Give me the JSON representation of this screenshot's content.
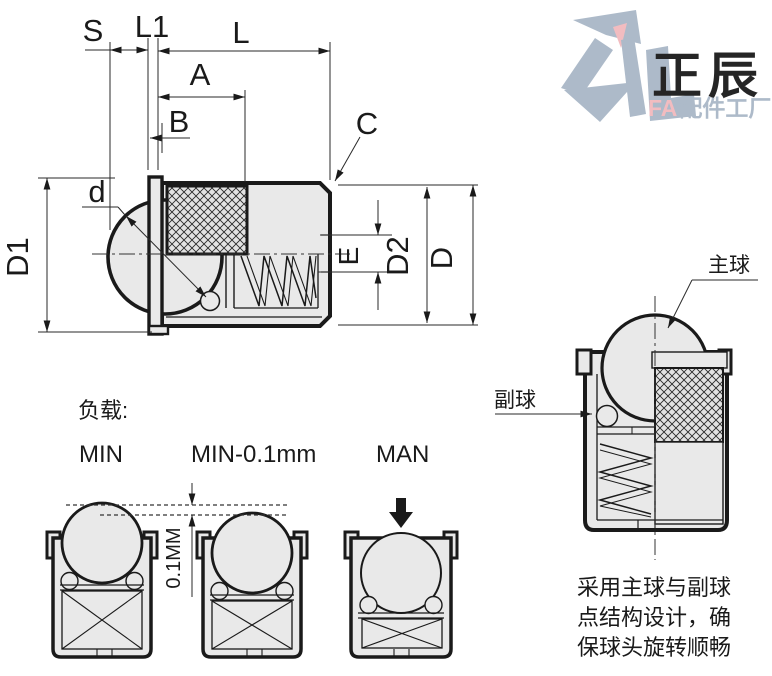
{
  "colors": {
    "line": "#1a1a1a",
    "body_fill": "#e9e9e9",
    "watermark_blue": "#a9b7c7",
    "watermark_pink": "#f2b9bd"
  },
  "dimensions": {
    "s": "S",
    "l1": "L1",
    "l": "L",
    "a": "A",
    "b": "B",
    "c": "C",
    "d_ball": "d",
    "d1": "D1",
    "e": "E",
    "d2": "D2",
    "d_outer": "D"
  },
  "callouts": {
    "main_ball": "主球",
    "sub_ball": "副球"
  },
  "load_section": {
    "heading": "负载:",
    "labels": [
      "MIN",
      "MIN-0.1mm",
      "MAN"
    ],
    "offset_label": "0.1MM"
  },
  "note": {
    "lines": [
      "采用主球与副球",
      "点结构设计，确",
      "保球头旋转顺畅"
    ]
  },
  "watermark": {
    "brand_cn": "正辰",
    "brand_latin": "FA",
    "brand_suffix": "配件工厂"
  }
}
